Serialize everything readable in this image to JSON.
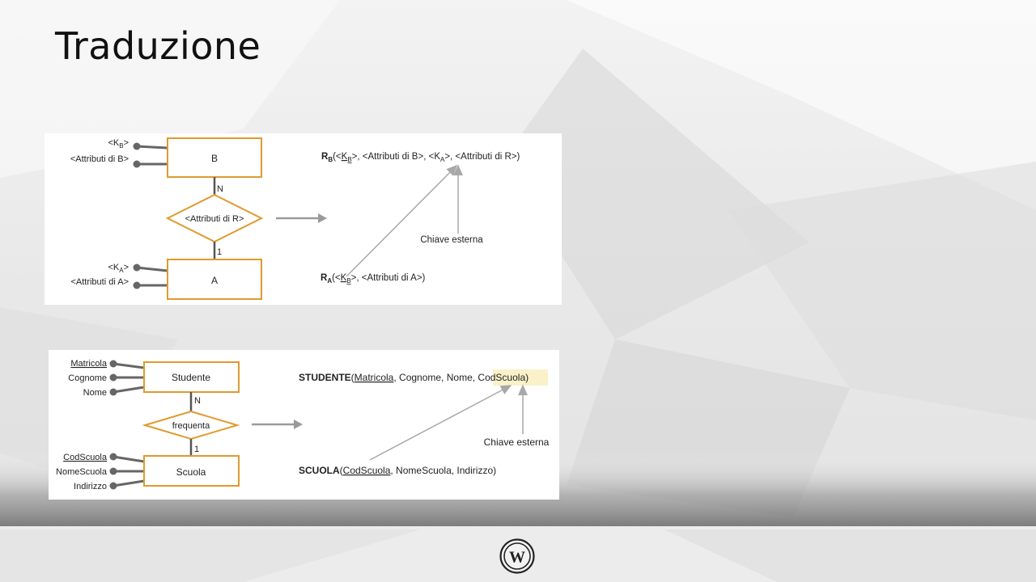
{
  "slide": {
    "title": "Traduzione"
  },
  "diagram_general": {
    "entity_b": "B",
    "entity_a": "A",
    "relationship": "<Attributi di R>",
    "card_top": "N",
    "card_bottom": "1",
    "attrs_b": {
      "key_prefix": "<K",
      "key_sub": "B",
      "key_suffix": ">",
      "other": "<Attributi di B>"
    },
    "attrs_a": {
      "key_prefix": "<K",
      "key_sub": "A",
      "key_suffix": ">",
      "other": "<Attributi di A>"
    },
    "rel_b": {
      "name": "R",
      "sub": "B",
      "open": "(<",
      "k_b": "K",
      "k_b_sub": "B",
      "mid": ">, <Attributi di B>, <",
      "k_a": "K",
      "k_a_sub": "A",
      "end": ">, <Attributi di R>)"
    },
    "rel_a": {
      "name": "R",
      "sub": "A",
      "open": "(<",
      "k_b": "K",
      "k_b_sub": "B",
      "end": ">, <Attributi di A>)"
    },
    "fk_label": "Chiave esterna"
  },
  "diagram_example": {
    "entity_top": "Studente",
    "entity_bottom": "Scuola",
    "relationship": "frequenta",
    "card_top": "N",
    "card_bottom": "1",
    "attrs_top": [
      "Matricola",
      "Cognome",
      "Nome"
    ],
    "attrs_bottom": [
      "CodScuola",
      "NomeScuola",
      "Indirizzo"
    ],
    "rel_top": {
      "name": "STUDENTE",
      "open": "(",
      "key": "Matricola",
      "rest": ", Cognome, Nome, ",
      "fk": "CodScuola",
      "close": ")"
    },
    "rel_bottom": {
      "name": "SCUOLA",
      "open": "(",
      "key": "CodScuola",
      "rest": ", NomeScuola, Indirizzo)"
    },
    "fk_label": "Chiave esterna"
  },
  "colors": {
    "entity_border": "#e09a2e",
    "line": "#666666",
    "arrow": "#a8a8a8",
    "highlight": "#fbf1c8"
  },
  "footer": {
    "logo_letter": "W"
  }
}
